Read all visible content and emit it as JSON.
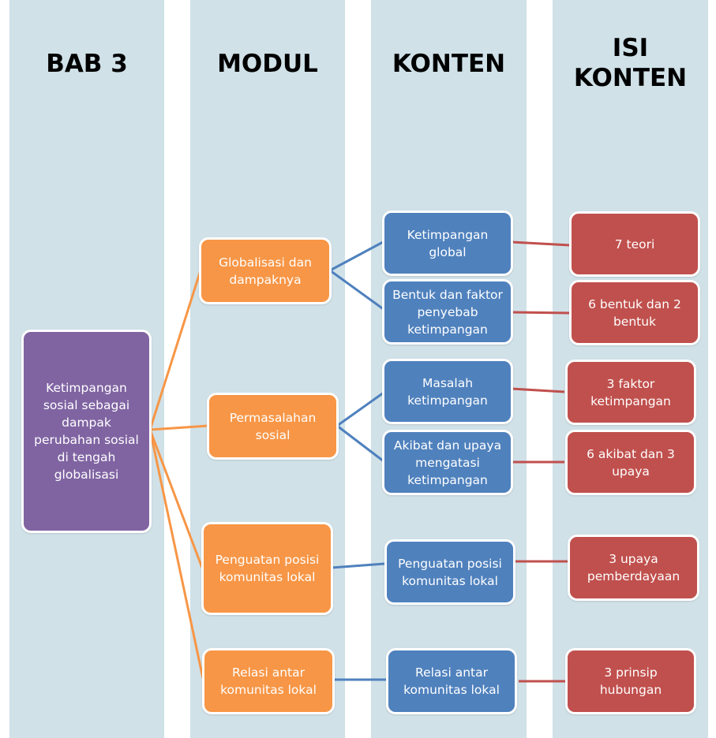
{
  "colors": {
    "column_bg": "#d0e1e8",
    "root": "#8064a2",
    "modul": "#f79646",
    "konten": "#4f81bd",
    "isi": "#c0504d"
  },
  "headers": {
    "bab": "BAB 3",
    "modul": "MODUL",
    "konten": "KONTEN",
    "isi": "ISI\nKONTEN"
  },
  "root": {
    "label": "Ketimpangan\nsosial sebagai\ndampak\nperubahan sosial\ndi tengah\nglobalisasi"
  },
  "modules": [
    {
      "label": "Globalisasi dan\ndampaknya",
      "contents": [
        {
          "label": "Ketimpangan\nglobal",
          "detail": "7 teori"
        },
        {
          "label": "Bentuk dan faktor\npenyebab\nketimpangan",
          "detail": "6 bentuk dan 2\nbentuk"
        }
      ]
    },
    {
      "label": "Permasalahan\nsosial",
      "contents": [
        {
          "label": "Masalah\nketimpangan",
          "detail": "3 faktor\nketimpangan"
        },
        {
          "label": "Akibat dan upaya\nmengatasi\nketimpangan",
          "detail": "6 akibat dan 3\nupaya"
        }
      ]
    },
    {
      "label": "Penguatan posisi\nkomunitas lokal",
      "contents": [
        {
          "label": "Penguatan posisi\nkomunitas lokal",
          "detail": "3 upaya\npemberdayaan"
        }
      ]
    },
    {
      "label": "Relasi antar\nkomunitas lokal",
      "contents": [
        {
          "label": "Relasi antar\nkomunitas lokal",
          "detail": "3 prinsip\nhubungan"
        }
      ]
    }
  ]
}
